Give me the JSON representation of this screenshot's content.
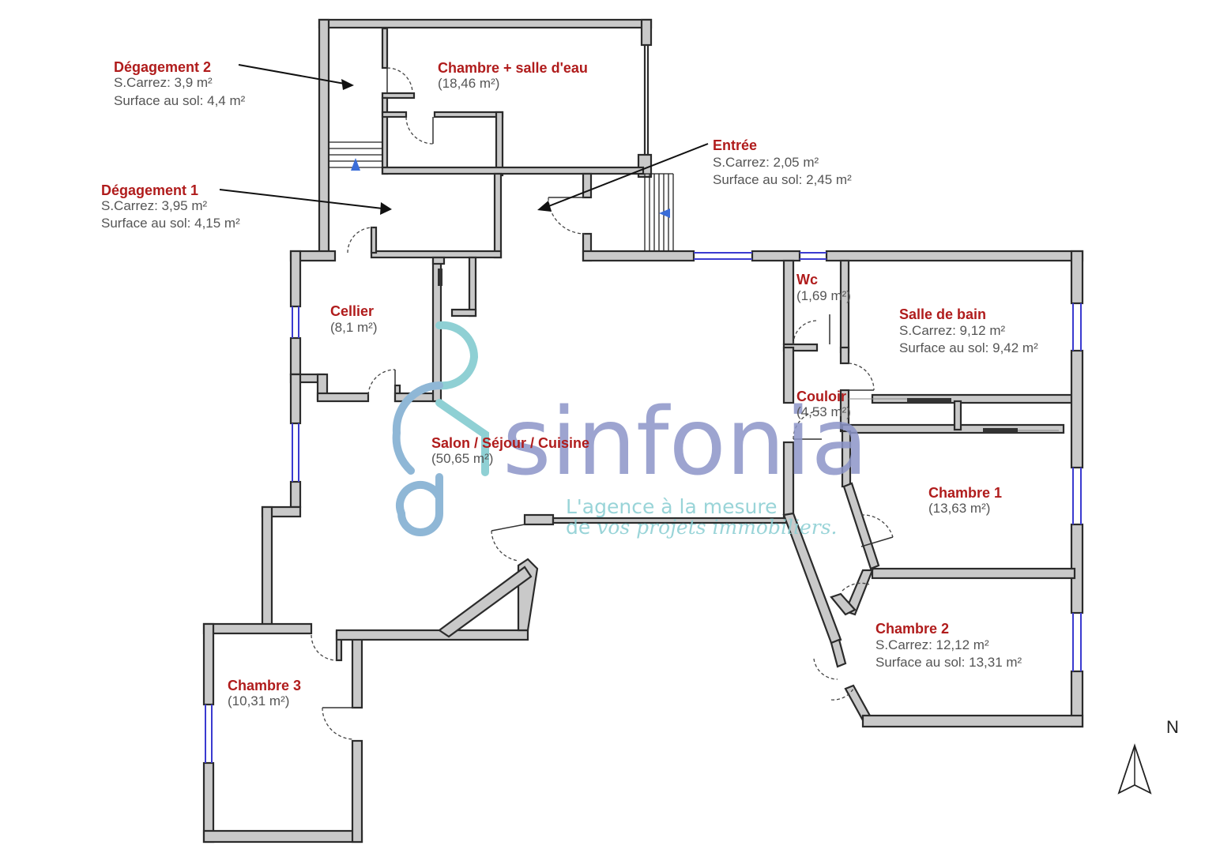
{
  "rooms": {
    "chambre_salle_eau": {
      "name": "Chambre + salle d'eau",
      "area": "(18,46 m²)"
    },
    "cellier": {
      "name": "Cellier",
      "area": "(8,1  m²)"
    },
    "salon": {
      "name": "Salon / Séjour / Cuisine",
      "area": "(50,65 m²)"
    },
    "chambre3": {
      "name": "Chambre 3",
      "area": "(10,31 m²)"
    },
    "wc": {
      "name": "Wc",
      "area": "(1,69 m²)"
    },
    "salle_de_bain": {
      "name": "Salle de bain",
      "carrez": "S.Carrez: 9,12 m²",
      "sol": "Surface au sol: 9,42 m²"
    },
    "couloir": {
      "name": "Couloir",
      "area": "(4,53 m²)"
    },
    "chambre1": {
      "name": "Chambre 1",
      "area": "(13,63 m²)"
    },
    "chambre2": {
      "name": "Chambre 2",
      "carrez": "S.Carrez: 12,12 m²",
      "sol": "Surface au sol: 13,31 m²"
    }
  },
  "callouts": {
    "degagement2": {
      "name": "Dégagement 2",
      "carrez": "S.Carrez: 3,9 m²",
      "sol": "Surface au sol: 4,4 m²"
    },
    "degagement1": {
      "name": "Dégagement 1",
      "carrez": "S.Carrez: 3,95 m²",
      "sol": "Surface au sol: 4,15 m²"
    },
    "entree": {
      "name": "Entrée",
      "carrez": "S.Carrez: 2,05 m²",
      "sol": "Surface au sol: 2,45 m²"
    }
  },
  "watermark": {
    "brand": "sinfonia",
    "tagline_1": "L'agence à la mesure",
    "tagline_2_prefix": "de ",
    "tagline_2_script": "vos projets immobiliers."
  },
  "north": {
    "label": "N"
  },
  "colors": {
    "room_name": "#b01c1c",
    "area_text": "#555555",
    "wall_fill": "#c9c9c9",
    "window": "#3b3bd0",
    "watermark_brand": "#8c95c8",
    "watermark_teal": "#8fd0d4"
  }
}
